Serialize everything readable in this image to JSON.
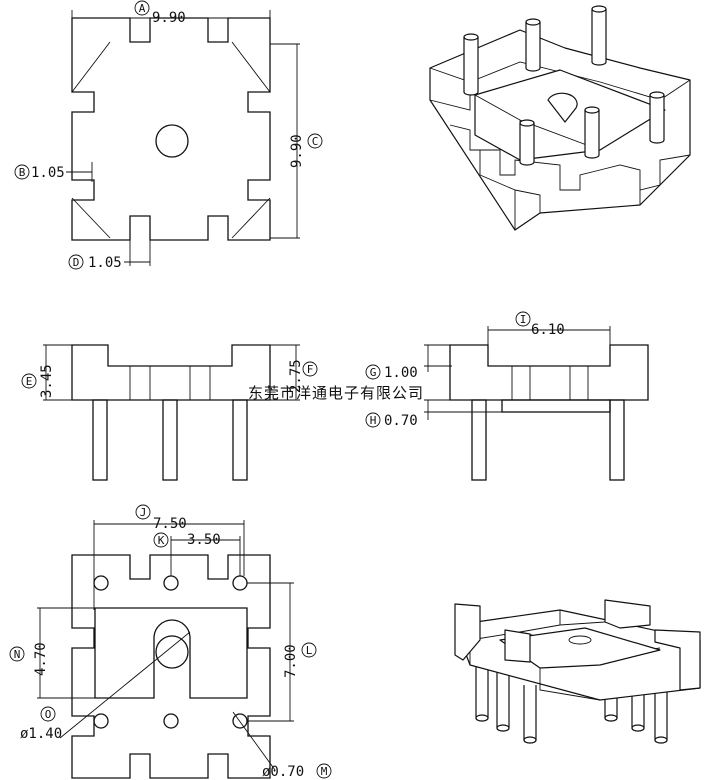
{
  "dimensions": {
    "A": {
      "letter": "A",
      "value": "9.90"
    },
    "B": {
      "letter": "B",
      "value": "1.05"
    },
    "C": {
      "letter": "C",
      "value": "9.90"
    },
    "D": {
      "letter": "D",
      "value": "1.05"
    },
    "E": {
      "letter": "E",
      "value": "3.45"
    },
    "F": {
      "letter": "F",
      "value": "2.75"
    },
    "G": {
      "letter": "G",
      "value": "1.00"
    },
    "H": {
      "letter": "H",
      "value": "0.70"
    },
    "I": {
      "letter": "I",
      "value": "6.10"
    },
    "J": {
      "letter": "J",
      "value": "7.50"
    },
    "K": {
      "letter": "K",
      "value": "3.50"
    },
    "L": {
      "letter": "L",
      "value": "7.00"
    },
    "M": {
      "letter": "M",
      "value": "ø0.70"
    },
    "N": {
      "letter": "N",
      "value": "4.70"
    },
    "O": {
      "letter": "O",
      "value": "ø1.40"
    }
  },
  "watermark": "东莞市洋通电子有限公司"
}
